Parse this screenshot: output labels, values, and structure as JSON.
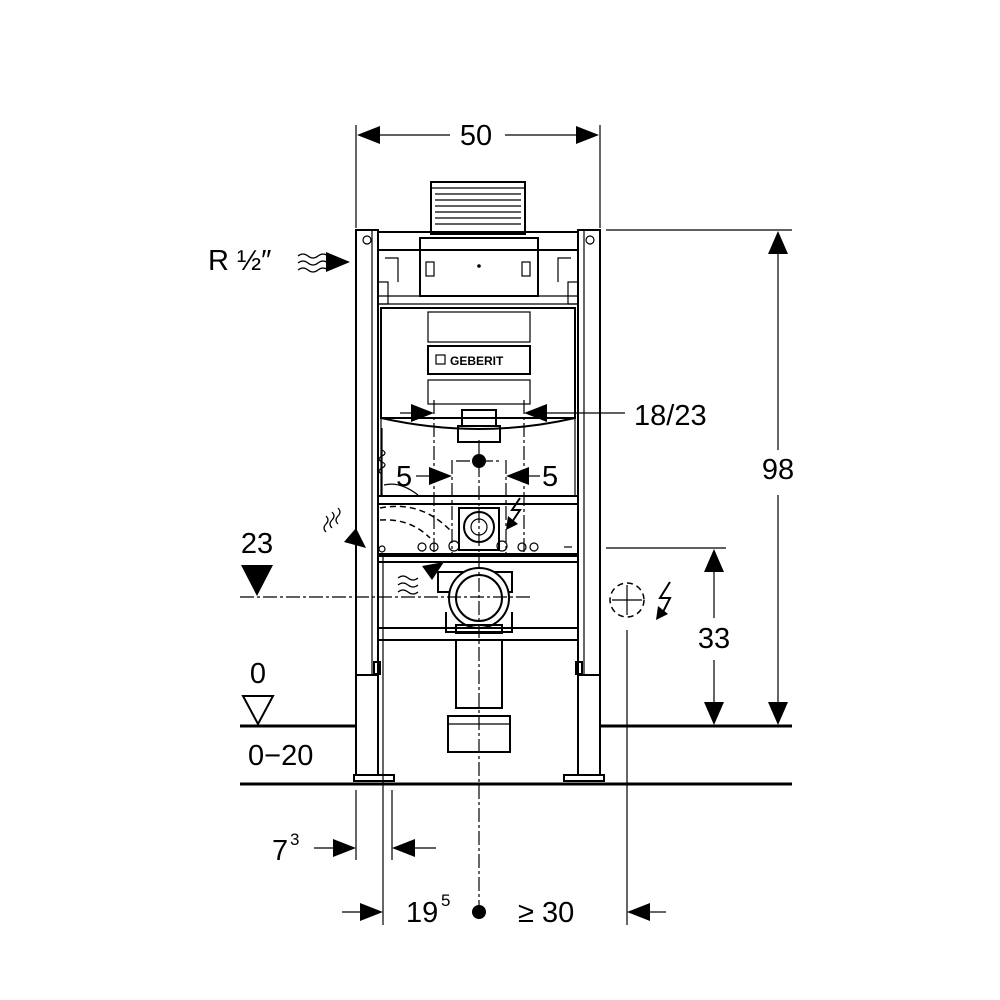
{
  "dimensions": {
    "width": "50",
    "height": "98",
    "drain_height": "33",
    "flush_pipe": "18/23",
    "left_spacing": "5",
    "right_spacing": "5",
    "water_level": "23",
    "floor_level": "0",
    "floor_range": "0−20",
    "foot_offset_base": "7",
    "foot_offset_sup": "3",
    "center_offset_base": "19",
    "center_offset_sup": "5",
    "min_side_clearance": "≥ 30"
  },
  "connection": {
    "thread": "R ½″"
  },
  "brand": {
    "name": "GEBERIT"
  },
  "icons": [
    "water-supply-icon",
    "electric-connection-icon",
    "level-marker-icon"
  ]
}
